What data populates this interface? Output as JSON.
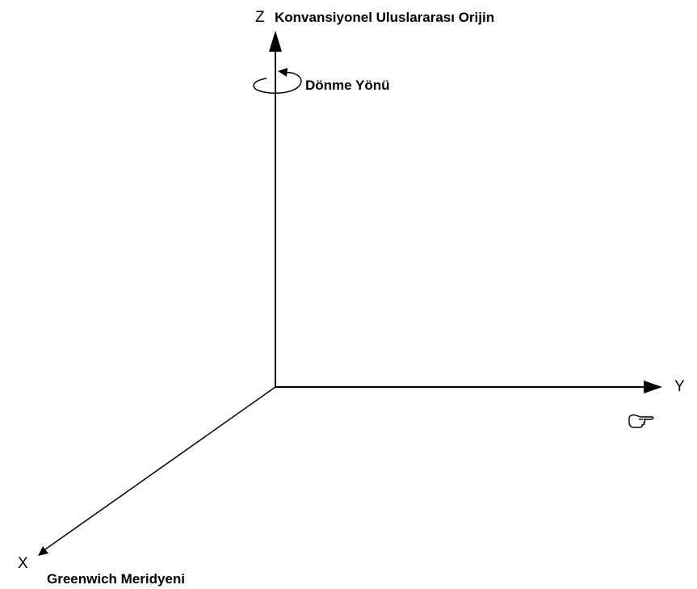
{
  "axes": {
    "z": {
      "letter": "Z",
      "label": "Konvansiyonel Uluslararası Orijin"
    },
    "y": {
      "letter": "Y"
    },
    "x": {
      "letter": "X",
      "label": "Greenwich Meridyeni"
    }
  },
  "rotation": {
    "label": "Dönme Yönü"
  },
  "icons": {
    "pointer": "pointing-hand-icon",
    "rotation": "rotation-arrow-icon"
  },
  "colors": {
    "line": "#000000",
    "background": "#ffffff"
  }
}
